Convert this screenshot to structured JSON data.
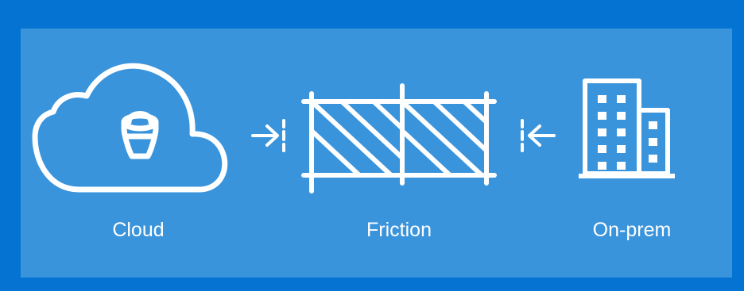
{
  "colors": {
    "frame": "#0473d1",
    "panel": "#3a94dc",
    "stroke": "#ffffff"
  },
  "labels": {
    "cloud": "Cloud",
    "friction": "Friction",
    "onprem": "On-prem"
  },
  "icons": {
    "cloud": "cloud-with-bucket-icon",
    "inbound_left": "arrow-right-to-barrier-icon",
    "barrier": "barricade-fence-icon",
    "inbound_right": "arrow-left-to-barrier-icon",
    "buildings": "office-buildings-icon"
  }
}
